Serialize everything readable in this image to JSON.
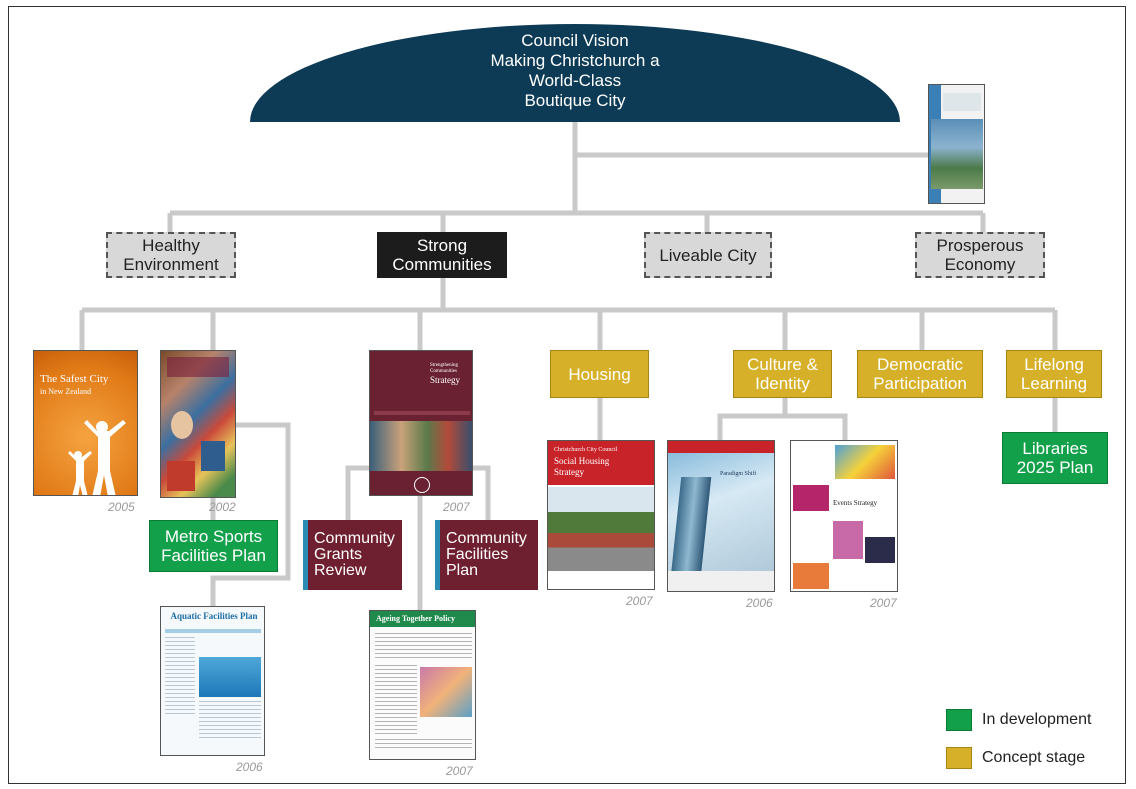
{
  "vision": {
    "lines": [
      "Council Vision",
      "Making Christchurch a",
      "World-Class",
      "Boutique City"
    ]
  },
  "themes": {
    "healthy": "Healthy Environment",
    "strong": "Strong Communities",
    "liveable": "Liveable City",
    "prosperous": "Prosperous Economy"
  },
  "concepts": {
    "housing": "Housing",
    "culture": "Culture & Identity",
    "democratic": "Democratic Participation",
    "lifelong": "Lifelong Learning"
  },
  "developments": {
    "metro": "Metro Sports Facilities Plan",
    "libraries": "Libraries 2025 Plan"
  },
  "reviews": {
    "grants": "Community Grants Review",
    "facilities": "Community Facilities Plan"
  },
  "covers": {
    "safest_title": "The Safest City",
    "safest_sub": "in New Zealand",
    "social_housing_l1": "Christchurch City Council",
    "social_housing_l2": "Social Housing",
    "social_housing_l3": "Strategy",
    "aquatic": "Aquatic Facilities Plan",
    "ageing": "Ageing Together Policy",
    "strengthening_l1": "Strengthening",
    "strengthening_l2": "Communities",
    "strengthening_l3": "Strategy",
    "events": "Events Strategy",
    "paradigm": "Paradigm Shift"
  },
  "years": {
    "safest": "2005",
    "physical": "2002",
    "strengthening": "2007",
    "social_housing": "2007",
    "urban": "2006",
    "events": "2007",
    "aquatic": "2006",
    "ageing": "2007"
  },
  "legend": {
    "development": "In development",
    "concept": "Concept stage"
  },
  "colors": {
    "navy": "#0d3b55",
    "green": "#13a04b",
    "yellow": "#d7b02a",
    "maroon": "#6f2030",
    "connector": "#c9c9c9"
  }
}
